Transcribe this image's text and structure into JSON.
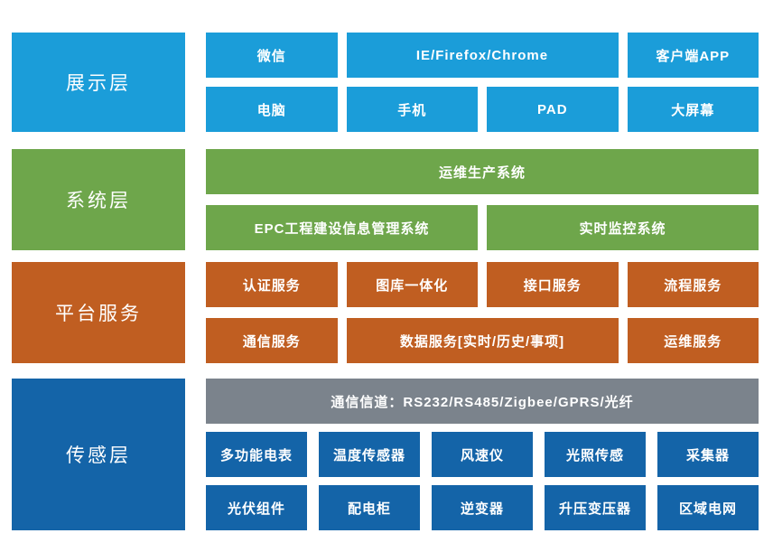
{
  "diagram": {
    "title": "layered-architecture",
    "palette": {
      "display_blue": "#1B9DD9",
      "system_green": "#6EA64B",
      "platform_orange": "#C05E21",
      "sensor_blue": "#1464A8",
      "channel_gray": "#7B838C",
      "text_white": "#FFFFFF",
      "background": "#FFFFFF"
    },
    "layers": [
      {
        "name": "展示层",
        "color": "#1B9DD9",
        "rows": [
          [
            {
              "label": "微信"
            },
            {
              "label": "IE/Firefox/Chrome"
            },
            {
              "label": "客户端APP"
            }
          ],
          [
            {
              "label": "电脑"
            },
            {
              "label": "手机"
            },
            {
              "label": "PAD"
            },
            {
              "label": "大屏幕"
            }
          ]
        ]
      },
      {
        "name": "系统层",
        "color": "#6EA64B",
        "rows": [
          [
            {
              "label": "运维生产系统"
            }
          ],
          [
            {
              "label": "EPC工程建设信息管理系统"
            },
            {
              "label": "实时监控系统"
            }
          ]
        ]
      },
      {
        "name": "平台服务",
        "color": "#C05E21",
        "rows": [
          [
            {
              "label": "认证服务"
            },
            {
              "label": "图库一体化"
            },
            {
              "label": "接口服务"
            },
            {
              "label": "流程服务"
            }
          ],
          [
            {
              "label": "通信服务"
            },
            {
              "label": "数据服务[实时/历史/事项]"
            },
            {
              "label": "运维服务"
            }
          ]
        ]
      },
      {
        "name": "传感层",
        "color": "#1464A8",
        "channel_color": "#7B838C",
        "rows": [
          [
            {
              "label": "通信信道：RS232/RS485/Zigbee/GPRS/光纤"
            }
          ],
          [
            {
              "label": "多功能电表"
            },
            {
              "label": "温度传感器"
            },
            {
              "label": "风速仪"
            },
            {
              "label": "光照传感"
            },
            {
              "label": "采集器"
            }
          ],
          [
            {
              "label": "光伏组件"
            },
            {
              "label": "配电柜"
            },
            {
              "label": "逆变器"
            },
            {
              "label": "升压变压器"
            },
            {
              "label": "区域电网"
            }
          ]
        ]
      }
    ]
  }
}
